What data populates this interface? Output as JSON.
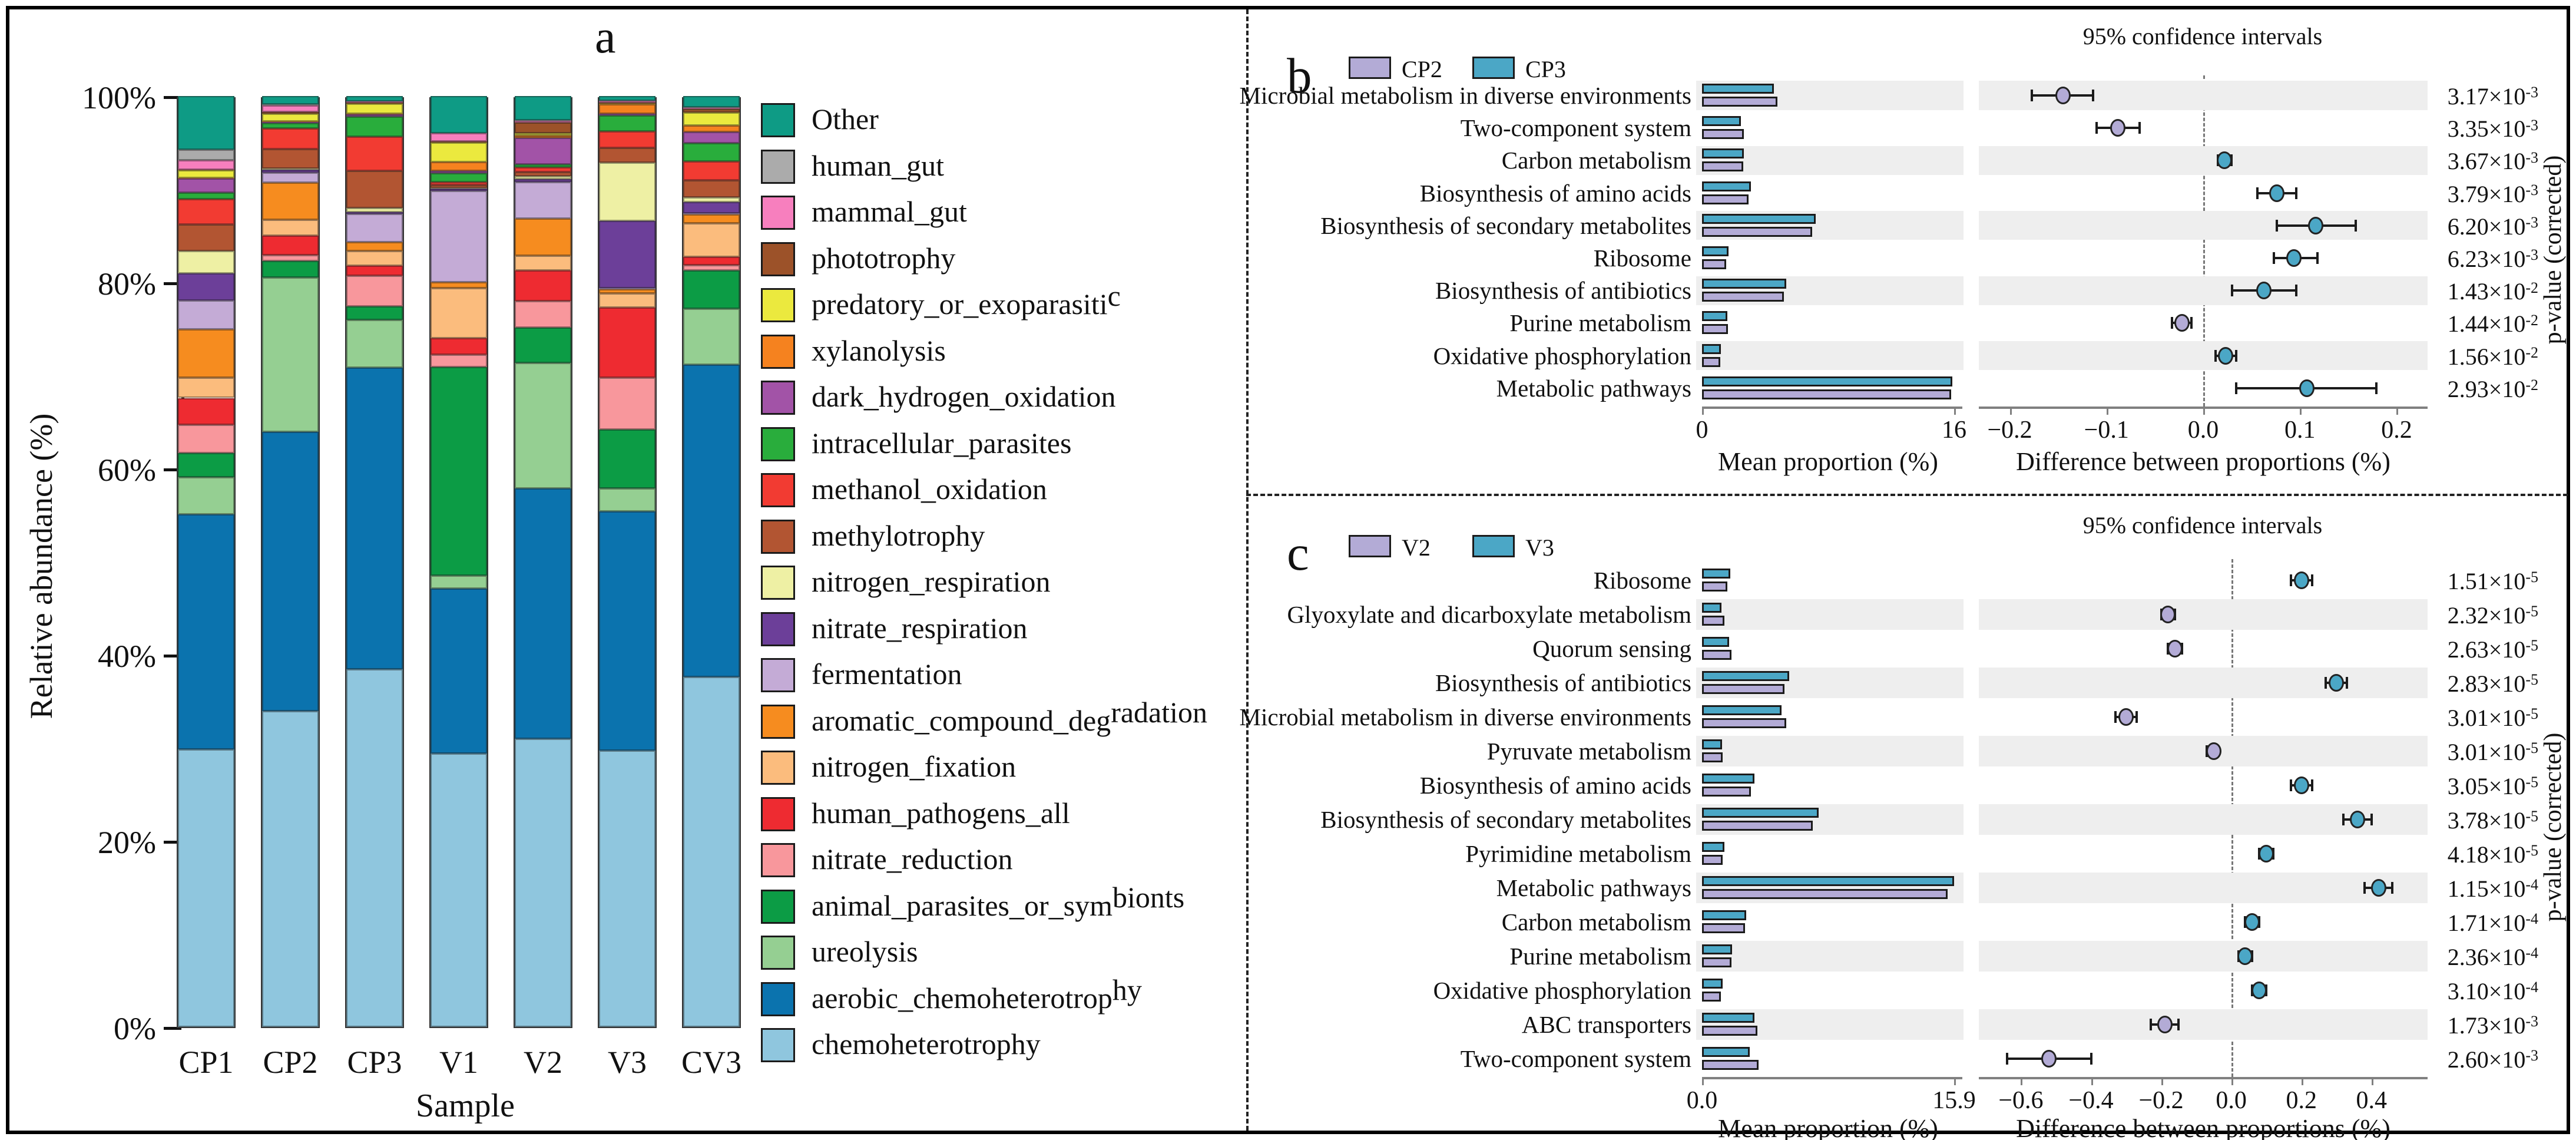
{
  "figure": {
    "panel_a_letter": "a",
    "panel_b_letter": "b",
    "panel_c_letter": "c",
    "y_axis_label": "Relative abundance (%)",
    "x_axis_label": "Sample",
    "ci_title": "95% confidence intervals",
    "mean_axis_label": "Mean proportion (%)",
    "diff_axis_label": "Difference between proportions (%)",
    "pvalue_axis_label": "p-value (corrected)"
  },
  "colors": {
    "stamp_group1": "#B3ABD6",
    "stamp_group2": "#4BA7C6",
    "stripe": "#EEEEEE",
    "bar_outline": "#1B1B1B"
  },
  "chart_data": [
    {
      "id": "a",
      "type": "bar",
      "subtype": "stacked-percent",
      "title": "a",
      "xlabel": "Sample",
      "ylabel": "Relative abundance (%)",
      "ylim": [
        0,
        100
      ],
      "y_ticks": [
        "0%",
        "20%",
        "40%",
        "60%",
        "80%",
        "100%"
      ],
      "categories": [
        "CP1",
        "CP2",
        "CP3",
        "V1",
        "V2",
        "V3",
        "CV3"
      ],
      "legend_top_to_bottom": [
        {
          "label": "Other",
          "tail": "",
          "color": "#0E9B85",
          "values": [
            5.8,
            0.9,
            0.6,
            4.0,
            2.6,
            0.5,
            1.2
          ]
        },
        {
          "label": "human_gut",
          "tail": "",
          "color": "#ABABAB",
          "values": [
            1.1,
            0.1,
            0.0,
            0.0,
            0.1,
            0.0,
            0.1
          ]
        },
        {
          "label": "mammal_gut",
          "tail": "",
          "color": "#F77FBE",
          "values": [
            1.0,
            0.7,
            0.1,
            0.9,
            0.2,
            0.2,
            0.1
          ]
        },
        {
          "label": "phototrophy",
          "tail": "",
          "color": "#9C5229",
          "values": [
            0.1,
            0.2,
            0.1,
            0.1,
            1.1,
            0.1,
            0.4
          ]
        },
        {
          "label": "predatory_or_exoparasiti",
          "tail": "c",
          "color": "#EBE93E",
          "values": [
            0.8,
            0.8,
            1.1,
            2.1,
            0.3,
            0.1,
            1.4
          ]
        },
        {
          "label": "xylanolysis",
          "tail": "",
          "color": "#F5821F",
          "values": [
            0.1,
            0.1,
            0.1,
            1.0,
            0.2,
            1.0,
            0.7
          ]
        },
        {
          "label": "dark_hydrogen_oxidation",
          "tail": "",
          "color": "#A253A7",
          "values": [
            1.5,
            0.1,
            0.2,
            0.2,
            2.9,
            0.2,
            1.2
          ]
        },
        {
          "label": "intracellular_parasites",
          "tail": "",
          "color": "#29AD3C",
          "values": [
            0.7,
            0.6,
            2.2,
            1.0,
            0.3,
            1.7,
            2.0
          ]
        },
        {
          "label": "methanol_oxidation",
          "tail": "",
          "color": "#F23B32",
          "values": [
            2.7,
            2.2,
            3.7,
            0.3,
            0.5,
            1.8,
            2.0
          ]
        },
        {
          "label": "methylotrophy",
          "tail": "",
          "color": "#B25532",
          "values": [
            2.9,
            2.1,
            4.0,
            0.3,
            0.5,
            1.6,
            1.9
          ]
        },
        {
          "label": "nitrogen_respiration",
          "tail": "",
          "color": "#EEF0A4",
          "values": [
            2.4,
            0.1,
            0.4,
            0.1,
            0.3,
            6.3,
            0.5
          ]
        },
        {
          "label": "nitrate_respiration",
          "tail": "",
          "color": "#6C3F99",
          "values": [
            2.9,
            0.3,
            0.2,
            0.2,
            0.3,
            7.3,
            1.2
          ]
        },
        {
          "label": "fermentation",
          "tail": "",
          "color": "#C4ABD6",
          "values": [
            3.1,
            1.1,
            3.1,
            9.9,
            4.0,
            0.1,
            0.1
          ]
        },
        {
          "label": "aromatic_compound_deg",
          "tail": "radation",
          "color": "#F68C1F",
          "values": [
            5.2,
            4.0,
            0.9,
            0.6,
            4.0,
            0.5,
            1.0
          ]
        },
        {
          "label": "nitrogen_fixation",
          "tail": "",
          "color": "#FBBC7D",
          "values": [
            2.2,
            1.7,
            1.6,
            5.4,
            1.6,
            1.5,
            3.6
          ]
        },
        {
          "label": "human_pathogens_all",
          "tail": "",
          "color": "#EE2B31",
          "values": [
            2.9,
            2.1,
            1.1,
            1.8,
            3.3,
            7.6,
            0.9
          ]
        },
        {
          "label": "nitrate_reduction",
          "tail": "",
          "color": "#F8979C",
          "values": [
            3.0,
            0.6,
            3.3,
            1.3,
            2.9,
            5.6,
            0.6
          ]
        },
        {
          "label": "animal_parasites_or_sym",
          "tail": "bionts",
          "color": "#0C9C45",
          "values": [
            2.6,
            1.8,
            1.5,
            22.5,
            3.8,
            6.4,
            4.1
          ]
        },
        {
          "label": "ureolysis",
          "tail": "",
          "color": "#95CF92",
          "values": [
            4.0,
            16.6,
            5.1,
            1.4,
            13.6,
            2.5,
            6.1
          ]
        },
        {
          "label": "aerobic_chemoheterotrop",
          "tail": "hy",
          "color": "#0B73AE",
          "values": [
            25.3,
            30.0,
            32.6,
            17.8,
            27.1,
            25.9,
            33.8
          ]
        },
        {
          "label": "chemoheterotrophy",
          "tail": "",
          "color": "#8FC6DE",
          "values": [
            29.9,
            33.9,
            38.6,
            29.5,
            31.2,
            29.9,
            37.9
          ]
        }
      ]
    },
    {
      "id": "b",
      "type": "extended-error-bar",
      "group1": "CP2",
      "group2": "CP3",
      "ci_title": "95% confidence intervals",
      "mean_axis": {
        "min": 0,
        "max": 16,
        "tick_labels": [
          "0",
          "16"
        ],
        "label": "Mean proportion (%)"
      },
      "diff_axis": {
        "min": -0.232,
        "max": 0.232,
        "ticks": [
          -0.2,
          -0.1,
          0.0,
          0.1,
          0.2
        ],
        "tick_labels": [
          "−0.2",
          "−0.1",
          "0.0",
          "0.1",
          "0.2"
        ],
        "label": "Difference between proportions (%)"
      },
      "pvalue_label": "p-value (corrected)",
      "rows": [
        {
          "label": "Microbial metabolism in diverse environments",
          "mean1": 4.8,
          "mean2": 4.55,
          "diff": -0.145,
          "ci": [
            -0.177,
            -0.114
          ],
          "dot": "group1",
          "p_m": "3.17",
          "p_e": "-3"
        },
        {
          "label": "Two-component system",
          "mean1": 2.65,
          "mean2": 2.45,
          "diff": -0.088,
          "ci": [
            -0.11,
            -0.066
          ],
          "dot": "group1",
          "p_m": "3.35",
          "p_e": "-3"
        },
        {
          "label": "Carbon metabolism",
          "mean1": 2.62,
          "mean2": 2.65,
          "diff": 0.022,
          "ci": [
            0.015,
            0.029
          ],
          "dot": "group2",
          "p_m": "3.67",
          "p_e": "-3"
        },
        {
          "label": "Biosynthesis of amino acids",
          "mean1": 2.95,
          "mean2": 3.1,
          "diff": 0.076,
          "ci": [
            0.056,
            0.096
          ],
          "dot": "group2",
          "p_m": "3.79",
          "p_e": "-3"
        },
        {
          "label": "Biosynthesis of secondary metabolites",
          "mean1": 7.0,
          "mean2": 7.2,
          "diff": 0.116,
          "ci": [
            0.076,
            0.158
          ],
          "dot": "group2",
          "p_m": "6.20",
          "p_e": "-3"
        },
        {
          "label": "Ribosome",
          "mean1": 1.55,
          "mean2": 1.7,
          "diff": 0.094,
          "ci": [
            0.073,
            0.118
          ],
          "dot": "group2",
          "p_m": "6.23",
          "p_e": "-3"
        },
        {
          "label": "Biosynthesis of antibiotics",
          "mean1": 5.2,
          "mean2": 5.35,
          "diff": 0.063,
          "ci": [
            0.03,
            0.096
          ],
          "dot": "group2",
          "p_m": "1.43",
          "p_e": "-2"
        },
        {
          "label": "Purine metabolism",
          "mean1": 1.65,
          "mean2": 1.62,
          "diff": -0.022,
          "ci": [
            -0.032,
            -0.012
          ],
          "dot": "group1",
          "p_m": "1.44",
          "p_e": "-2"
        },
        {
          "label": "Oxidative phosphorylation",
          "mean1": 1.15,
          "mean2": 1.2,
          "diff": 0.023,
          "ci": [
            0.013,
            0.034
          ],
          "dot": "group2",
          "p_m": "1.56",
          "p_e": "-2"
        },
        {
          "label": "Metabolic pathways",
          "mean1": 15.8,
          "mean2": 15.9,
          "diff": 0.107,
          "ci": [
            0.034,
            0.179
          ],
          "dot": "group2",
          "p_m": "2.93",
          "p_e": "-2"
        }
      ]
    },
    {
      "id": "c",
      "type": "extended-error-bar",
      "group1": "V2",
      "group2": "V3",
      "ci_title": "95% confidence intervals",
      "mean_axis": {
        "min": 0,
        "max": 15.9,
        "tick_labels": [
          "0.0",
          "15.9"
        ],
        "label": "Mean proportion (%)"
      },
      "diff_axis": {
        "min": -0.72,
        "max": 0.56,
        "ticks": [
          -0.6,
          -0.4,
          -0.2,
          0.0,
          0.2,
          0.4
        ],
        "tick_labels": [
          "−0.6",
          "−0.4",
          "−0.2",
          "0.0",
          "0.2",
          "0.4"
        ],
        "label": "Difference between proportions (%)"
      },
      "pvalue_label": "p-value (corrected)",
      "rows": [
        {
          "label": "Ribosome",
          "mean1": 1.6,
          "mean2": 1.8,
          "diff": 0.2,
          "ci": [
            0.17,
            0.23
          ],
          "dot": "group2",
          "p_m": "1.51",
          "p_e": "-5"
        },
        {
          "label": "Glyoxylate and dicarboxylate metabolism",
          "mean1": 1.4,
          "mean2": 1.22,
          "diff": -0.18,
          "ci": [
            -0.2,
            -0.16
          ],
          "dot": "group1",
          "p_m": "2.32",
          "p_e": "-5"
        },
        {
          "label": "Quorum sensing",
          "mean1": 1.85,
          "mean2": 1.7,
          "diff": -0.16,
          "ci": [
            -0.18,
            -0.14
          ],
          "dot": "group1",
          "p_m": "2.63",
          "p_e": "-5"
        },
        {
          "label": "Biosynthesis of antibiotics",
          "mean1": 5.2,
          "mean2": 5.5,
          "diff": 0.3,
          "ci": [
            0.27,
            0.33
          ],
          "dot": "group2",
          "p_m": "2.83",
          "p_e": "-5"
        },
        {
          "label": "Microbial metabolism in diverse environments",
          "mean1": 5.3,
          "mean2": 5.0,
          "diff": -0.3,
          "ci": [
            -0.33,
            -0.27
          ],
          "dot": "group1",
          "p_m": "3.01",
          "p_e": "-5"
        },
        {
          "label": "Pyruvate metabolism",
          "mean1": 1.3,
          "mean2": 1.25,
          "diff": -0.05,
          "ci": [
            -0.07,
            -0.04
          ],
          "dot": "group1",
          "p_m": "3.01",
          "p_e": "-5"
        },
        {
          "label": "Biosynthesis of amino acids",
          "mean1": 3.1,
          "mean2": 3.3,
          "diff": 0.2,
          "ci": [
            0.17,
            0.23
          ],
          "dot": "group2",
          "p_m": "3.05",
          "p_e": "-5"
        },
        {
          "label": "Biosynthesis of secondary metabolites",
          "mean1": 7.0,
          "mean2": 7.35,
          "diff": 0.36,
          "ci": [
            0.32,
            0.4
          ],
          "dot": "group2",
          "p_m": "3.78",
          "p_e": "-5"
        },
        {
          "label": "Pyrimidine metabolism",
          "mean1": 1.3,
          "mean2": 1.4,
          "diff": 0.1,
          "ci": [
            0.08,
            0.12
          ],
          "dot": "group2",
          "p_m": "4.18",
          "p_e": "-5"
        },
        {
          "label": "Metabolic pathways",
          "mean1": 15.5,
          "mean2": 15.9,
          "diff": 0.42,
          "ci": [
            0.38,
            0.46
          ],
          "dot": "group2",
          "p_m": "1.15",
          "p_e": "-4"
        },
        {
          "label": "Carbon metabolism",
          "mean1": 2.7,
          "mean2": 2.8,
          "diff": 0.06,
          "ci": [
            0.04,
            0.08
          ],
          "dot": "group2",
          "p_m": "1.71",
          "p_e": "-4"
        },
        {
          "label": "Purine metabolism",
          "mean1": 1.85,
          "mean2": 1.9,
          "diff": 0.04,
          "ci": [
            0.02,
            0.06
          ],
          "dot": "group2",
          "p_m": "2.36",
          "p_e": "-4"
        },
        {
          "label": "Oxidative phosphorylation",
          "mean1": 1.2,
          "mean2": 1.3,
          "diff": 0.08,
          "ci": [
            0.06,
            0.1
          ],
          "dot": "group2",
          "p_m": "3.10",
          "p_e": "-4"
        },
        {
          "label": "ABC transporters",
          "mean1": 3.5,
          "mean2": 3.3,
          "diff": -0.19,
          "ci": [
            -0.23,
            -0.15
          ],
          "dot": "group1",
          "p_m": "1.73",
          "p_e": "-3"
        },
        {
          "label": "Two-component system",
          "mean1": 3.55,
          "mean2": 3.0,
          "diff": -0.52,
          "ci": [
            -0.64,
            -0.4
          ],
          "dot": "group1",
          "p_m": "2.60",
          "p_e": "-3"
        }
      ]
    }
  ]
}
